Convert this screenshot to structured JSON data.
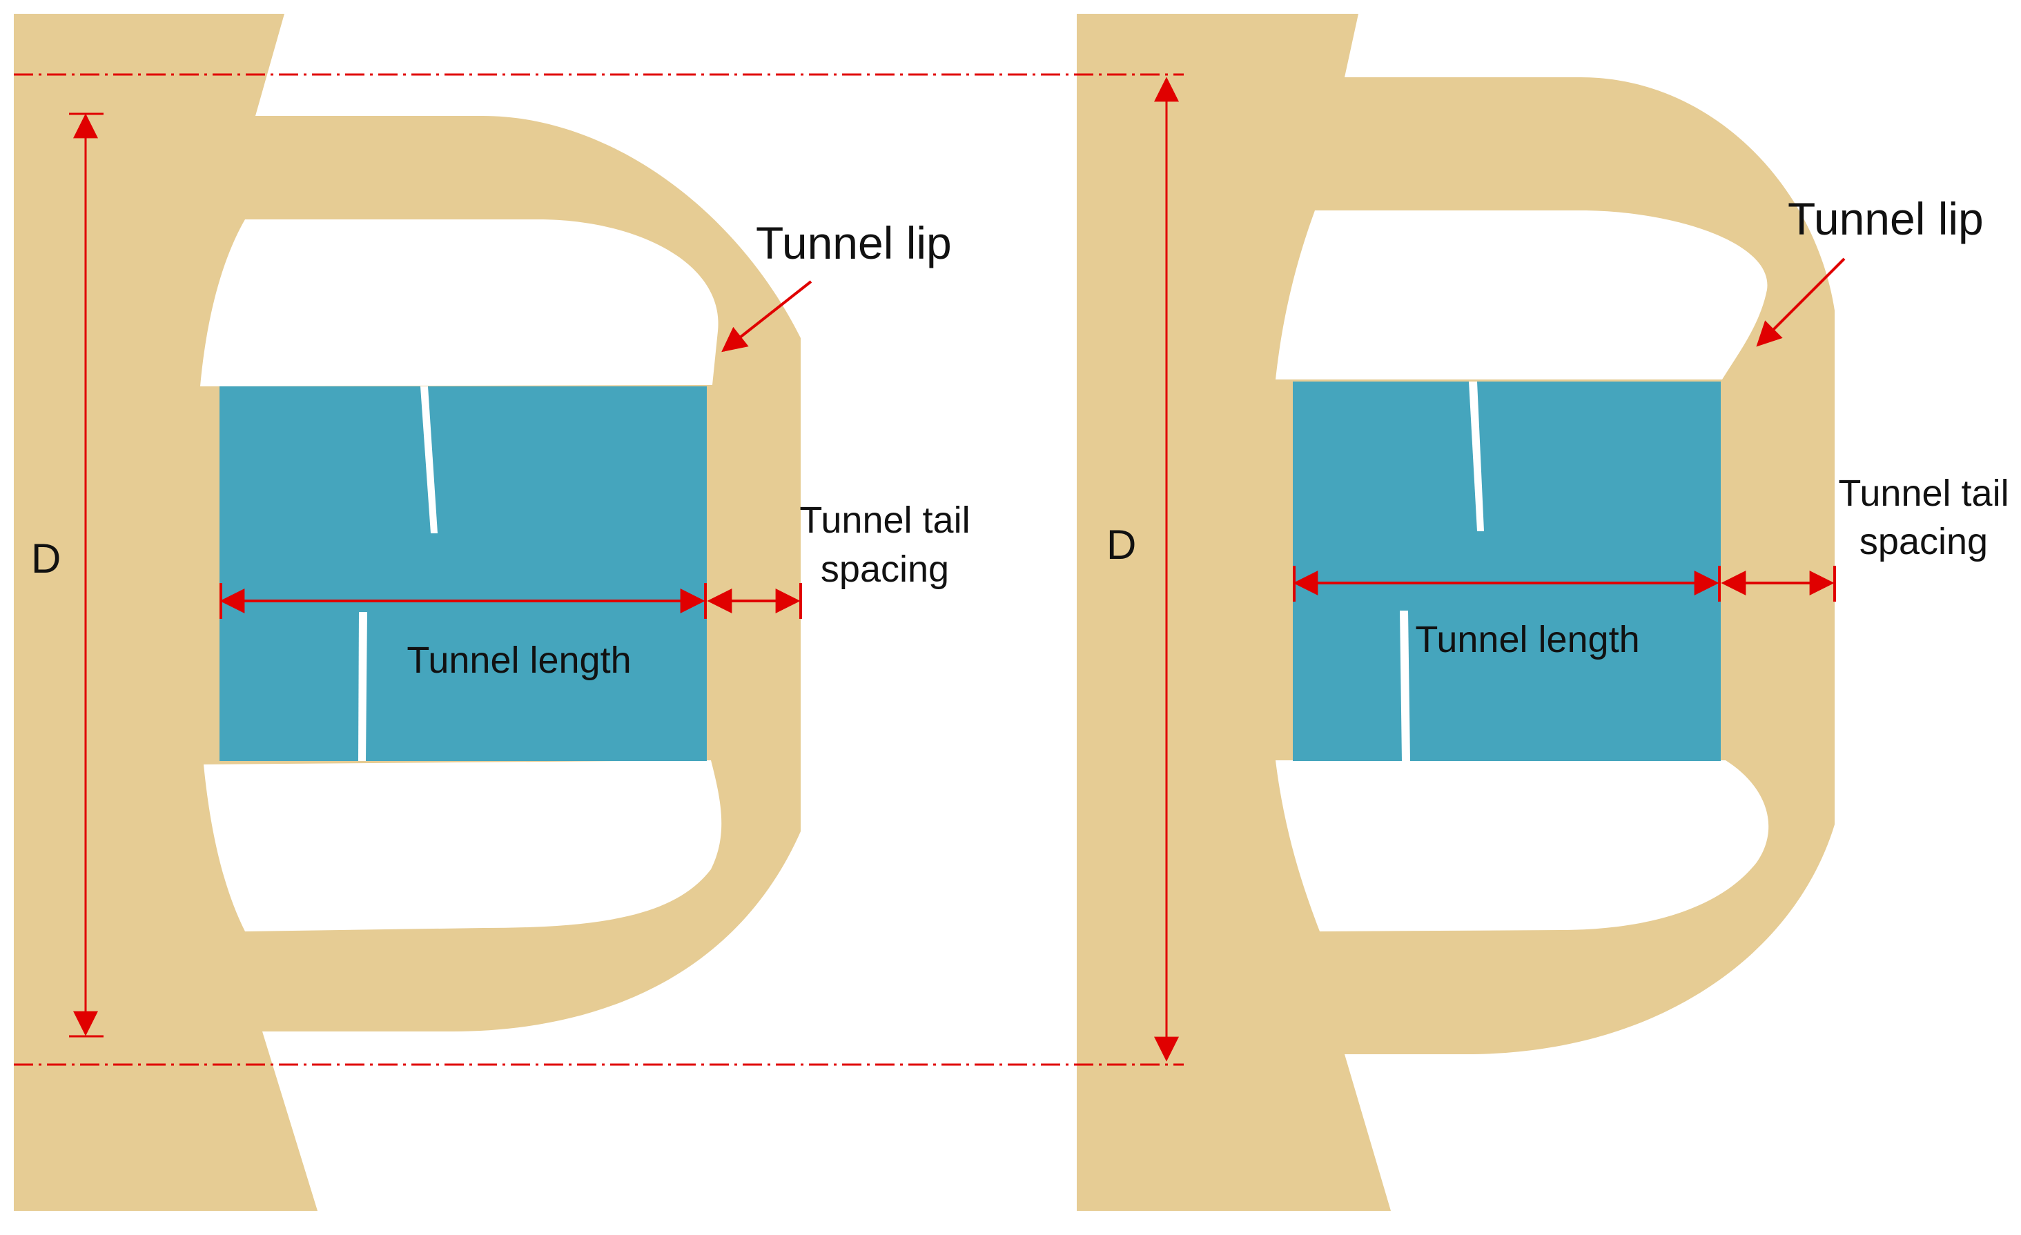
{
  "colors": {
    "hull": "#E6CC94",
    "propeller": "#45A5BD",
    "blade_gap": "#FFFFFF",
    "dimension": "#E00000",
    "text": "#111111"
  },
  "panels": [
    {
      "id": "left",
      "d_label": "D",
      "lip_label": "Tunnel lip",
      "tail_label_line1": "Tunnel tail",
      "tail_label_line2": "spacing",
      "length_label": "Tunnel length"
    },
    {
      "id": "right",
      "d_label": "D",
      "lip_label": "Tunnel lip",
      "tail_label_line1": "Tunnel tail",
      "tail_label_line2": "spacing",
      "length_label": "Tunnel length"
    }
  ]
}
